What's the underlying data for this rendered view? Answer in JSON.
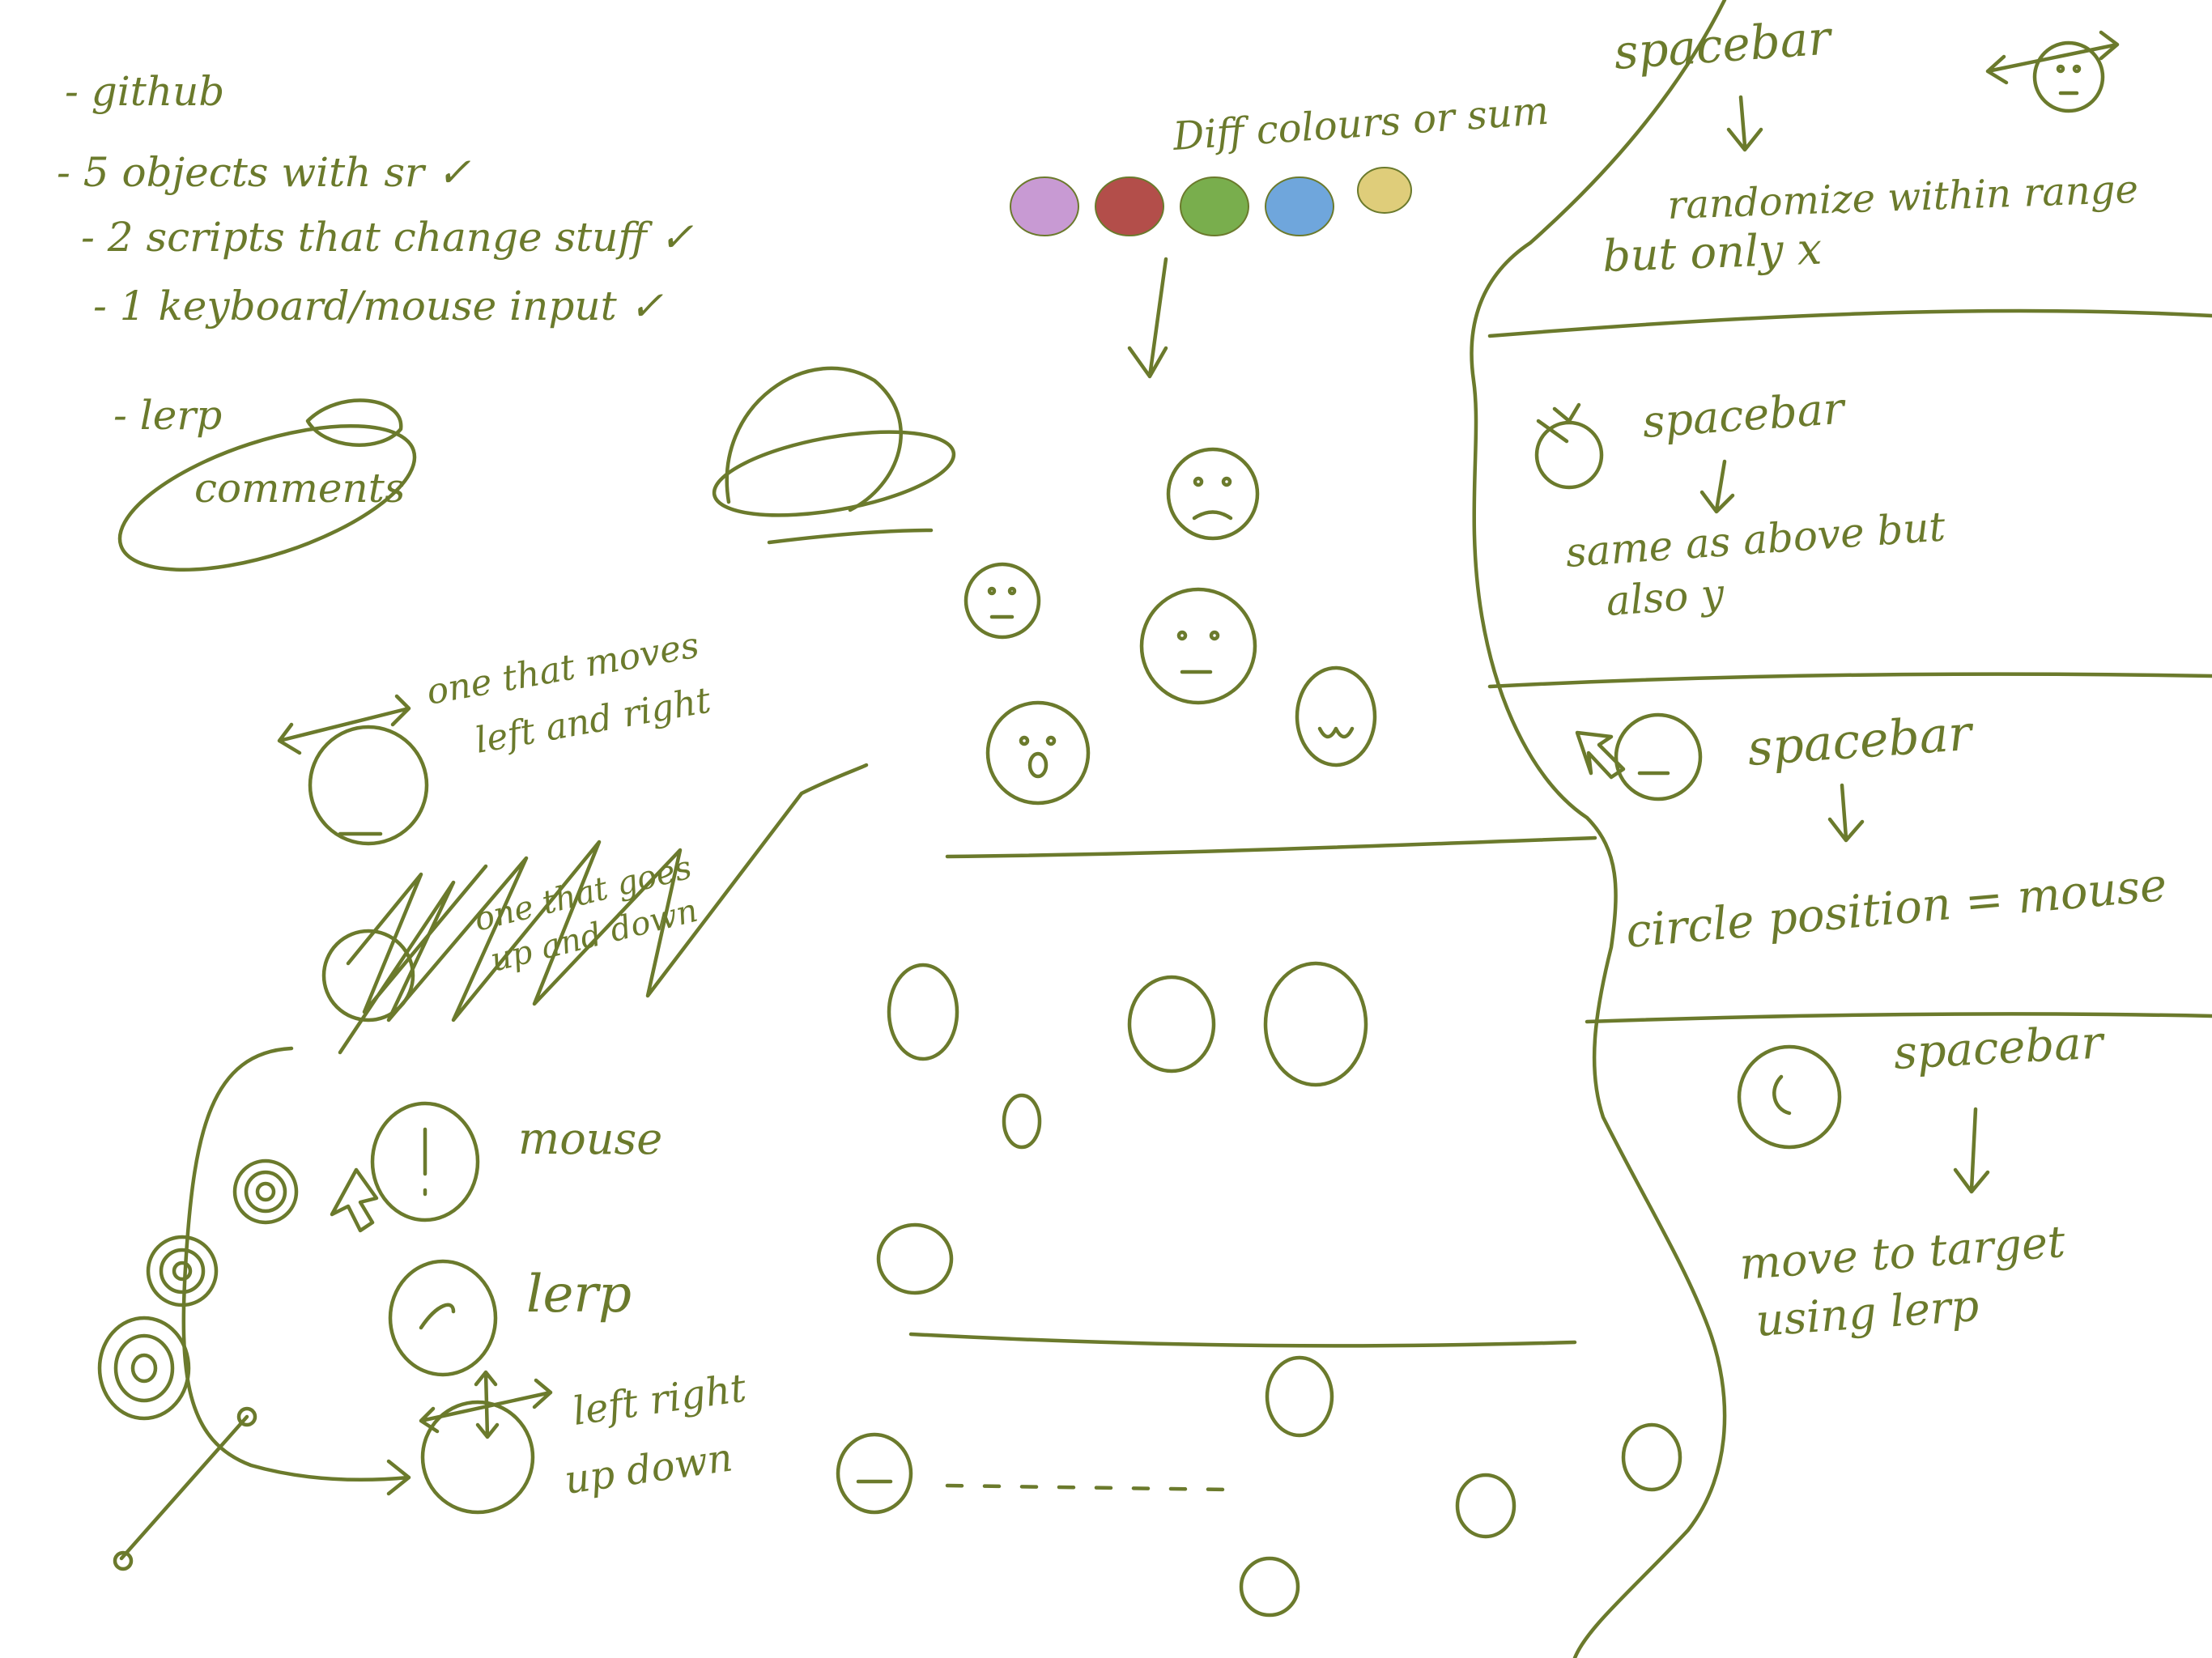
{
  "colors": {
    "ink": "#6b7a2c",
    "background": "#ffffff"
  },
  "checklist": {
    "items": [
      {
        "text": "- github"
      },
      {
        "text": "- 5 objects with sr ✓"
      },
      {
        "text": "- 2 scripts that change stuff ✓"
      },
      {
        "text": "- 1 keyboard/mouse input ✓"
      },
      {
        "text": "- lerp"
      },
      {
        "text": "comments"
      }
    ]
  },
  "palette": {
    "label": "Diff colours or sum",
    "swatches": [
      {
        "name": "purple",
        "color": "#c89ad3"
      },
      {
        "name": "red",
        "color": "#b34e4a"
      },
      {
        "name": "green",
        "color": "#79ae4d"
      },
      {
        "name": "blue",
        "color": "#6fa6dc"
      },
      {
        "name": "yellow",
        "color": "#dfcd7a"
      }
    ]
  },
  "left_notes": {
    "left_right": [
      "one that moves",
      "left and right"
    ],
    "up_down": [
      "one that goes",
      "up and down"
    ],
    "mouse": "mouse",
    "lerp": "lerp",
    "left_right_up_down": [
      "left right",
      "up down"
    ]
  },
  "right_panels": [
    {
      "key": "spacebar",
      "lines": [
        "randomize within range",
        "but only x"
      ]
    },
    {
      "key": "spacebar",
      "lines": [
        "same as above but",
        "also y"
      ]
    },
    {
      "key": "spacebar",
      "lines": [
        "circle position = mouse"
      ]
    },
    {
      "key": "spacebar",
      "lines": [
        "move to target",
        "using lerp"
      ]
    }
  ]
}
